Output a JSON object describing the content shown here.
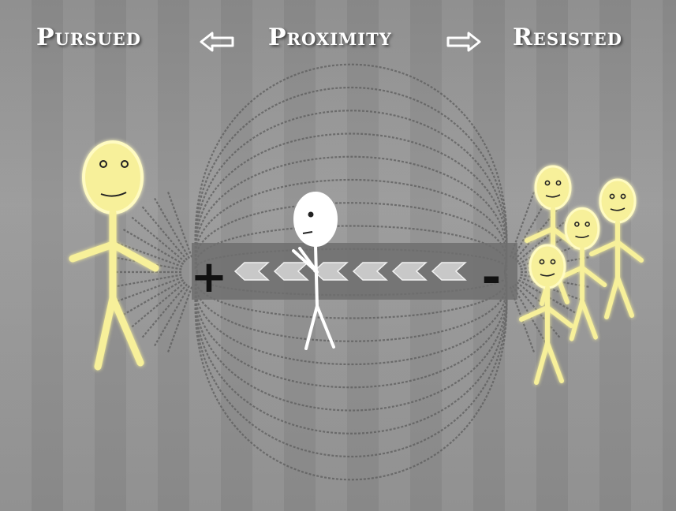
{
  "header": {
    "left_label": "Pursued",
    "center_label": "Proximity",
    "right_label": "Resisted"
  },
  "magnet": {
    "positive_symbol": "+",
    "negative_symbol": "-",
    "chevron_count": 6,
    "chevron_direction": "left"
  },
  "figures": {
    "pursued_person_count": 1,
    "resisted_people_count": 4,
    "middle_person_count": 1
  },
  "colors": {
    "background": "#8c8c8c",
    "field_lines": "#5a5a5a",
    "magnet_bar": "#6e6e6e",
    "chevron": "#c8c8c8",
    "figure_yellow": "#f7f09a",
    "figure_glow": "#fffbc2",
    "middle_figure": "#ffffff",
    "header_text": "#ffffff"
  },
  "icons": {
    "left_arrow": "hollow-left-arrow-icon",
    "right_arrow": "hollow-right-arrow-icon"
  }
}
